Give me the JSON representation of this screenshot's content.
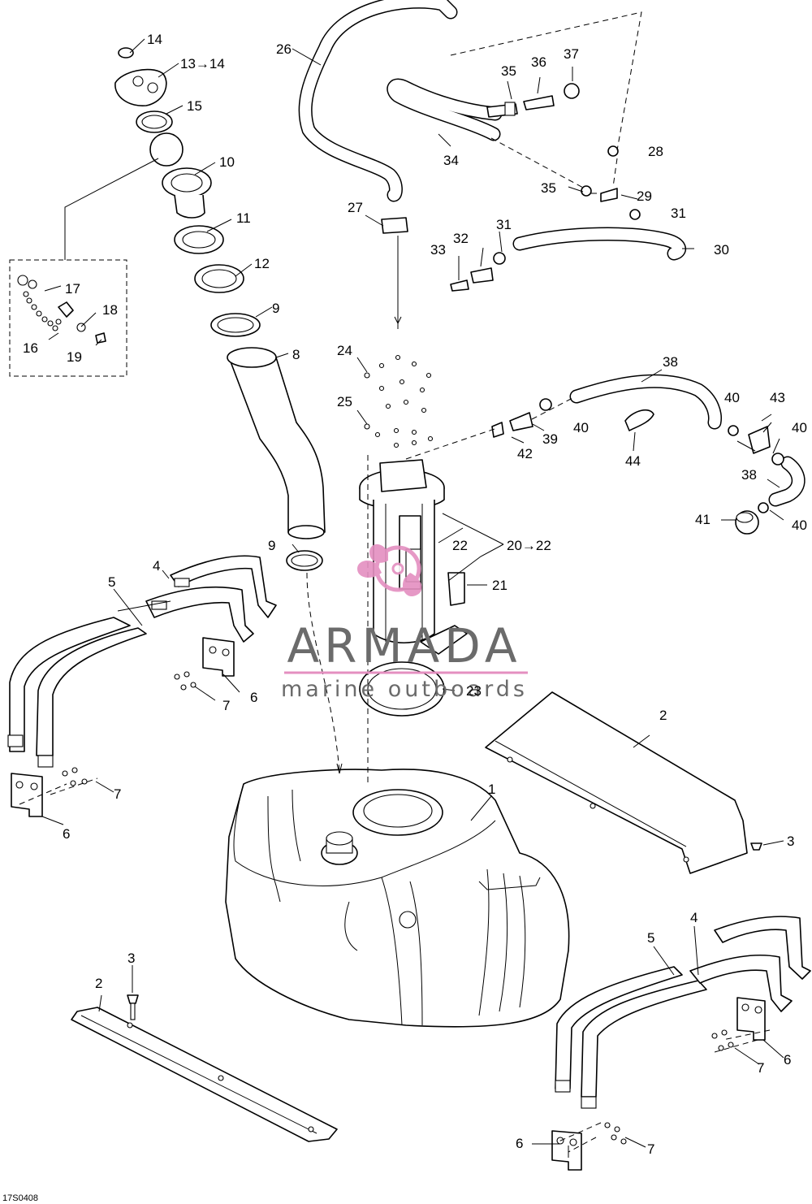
{
  "diagram": {
    "ref_code": "17S0408",
    "watermark": {
      "brand": "ARMADA",
      "tagline": "marine outboards",
      "brand_color": "#6b6b6b",
      "accent_color": "#e48fc0"
    },
    "callouts": [
      {
        "label": "1"
      },
      {
        "label": "2"
      },
      {
        "label": "2"
      },
      {
        "label": "3"
      },
      {
        "label": "3"
      },
      {
        "label": "4"
      },
      {
        "label": "4"
      },
      {
        "label": "5"
      },
      {
        "label": "5"
      },
      {
        "label": "6"
      },
      {
        "label": "6"
      },
      {
        "label": "6"
      },
      {
        "label": "6"
      },
      {
        "label": "7"
      },
      {
        "label": "7"
      },
      {
        "label": "7"
      },
      {
        "label": "7"
      },
      {
        "label": "8"
      },
      {
        "label": "9"
      },
      {
        "label": "9"
      },
      {
        "label": "10"
      },
      {
        "label": "11"
      },
      {
        "label": "12"
      },
      {
        "label": "13→14"
      },
      {
        "label": "14"
      },
      {
        "label": "15"
      },
      {
        "label": "16"
      },
      {
        "label": "17"
      },
      {
        "label": "18"
      },
      {
        "label": "19"
      },
      {
        "label": "20→22"
      },
      {
        "label": "21"
      },
      {
        "label": "22"
      },
      {
        "label": "23"
      },
      {
        "label": "24"
      },
      {
        "label": "25"
      },
      {
        "label": "26"
      },
      {
        "label": "27"
      },
      {
        "label": "28"
      },
      {
        "label": "29"
      },
      {
        "label": "30"
      },
      {
        "label": "31"
      },
      {
        "label": "31"
      },
      {
        "label": "32"
      },
      {
        "label": "33"
      },
      {
        "label": "34"
      },
      {
        "label": "35"
      },
      {
        "label": "35"
      },
      {
        "label": "36"
      },
      {
        "label": "37"
      },
      {
        "label": "38"
      },
      {
        "label": "38"
      },
      {
        "label": "39"
      },
      {
        "label": "40"
      },
      {
        "label": "40"
      },
      {
        "label": "40"
      },
      {
        "label": "40"
      },
      {
        "label": "41"
      },
      {
        "label": "42"
      },
      {
        "label": "43"
      },
      {
        "label": "44"
      }
    ]
  }
}
